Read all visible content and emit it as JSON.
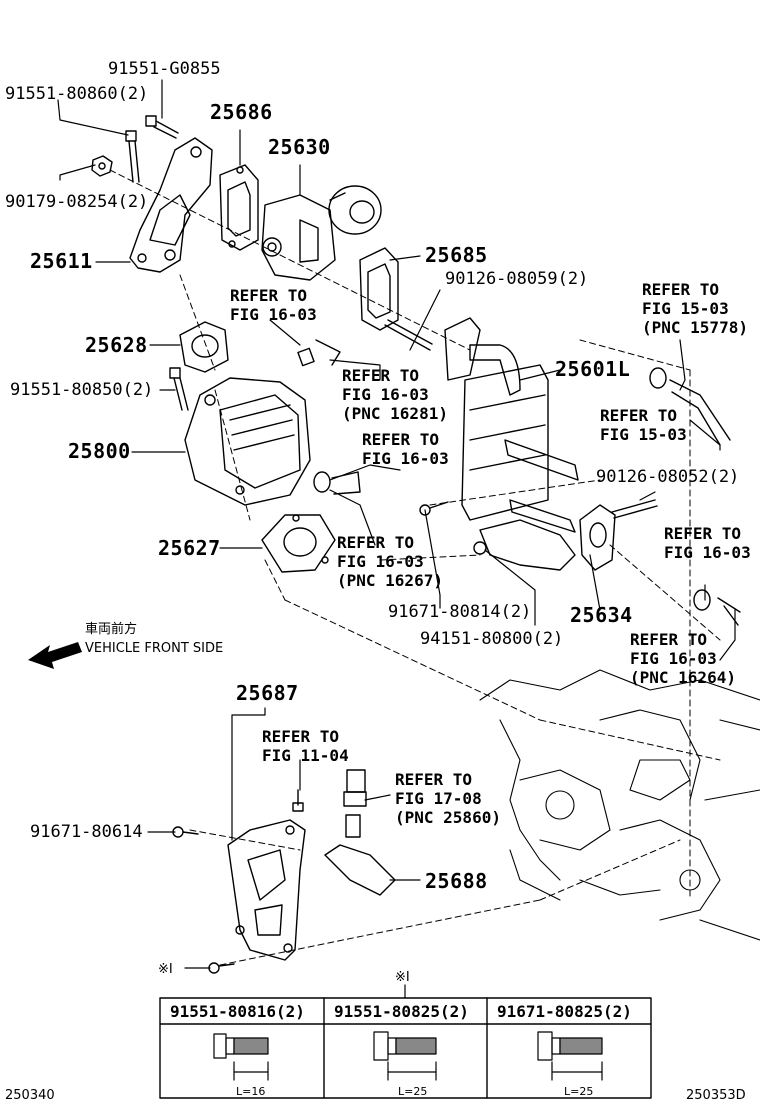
{
  "parts": {
    "p91551_G0855": "91551-G0855",
    "p91551_80860": "91551-80860(2)",
    "p90179_08254": "90179-08254(2)",
    "p25686": "25686",
    "p25630": "25630",
    "p25611": "25611",
    "p25685": "25685",
    "p90126_08059": "90126-08059(2)",
    "p25628": "25628",
    "p91551_80850": "91551-80850(2)",
    "p25601L": "25601L",
    "p25800": "25800",
    "p90126_08052": "90126-08052(2)",
    "p25627": "25627",
    "p25634": "25634",
    "p91671_80814": "91671-80814(2)",
    "p94151_80800": "94151-80800(2)",
    "p25687": "25687",
    "p91671_80614": "91671-80614",
    "p25688": "25688"
  },
  "refs": {
    "r1603_a": [
      "REFER TO",
      "FIG 16-03"
    ],
    "r1603_16281": [
      "REFER TO",
      "FIG 16-03",
      "(PNC 16281)"
    ],
    "r1503_15778": [
      "REFER TO",
      "FIG 15-03",
      "(PNC 15778)"
    ],
    "r1503": [
      "REFER TO",
      "FIG 15-03"
    ],
    "r1603_b": [
      "REFER TO",
      "FIG 16-03"
    ],
    "r1603_16267": [
      "REFER TO",
      "FIG 16-03",
      "(PNC 16267)"
    ],
    "r1603_c": [
      "REFER TO",
      "FIG 16-03"
    ],
    "r1603_16264": [
      "REFER TO",
      "FIG 16-03",
      "(PNC 16264)"
    ],
    "r1104": [
      "REFER TO",
      "FIG 11-04"
    ],
    "r1708_25860": [
      "REFER TO",
      "FIG 17-08",
      "(PNC 25860)"
    ]
  },
  "direction": {
    "jp": "車両前方",
    "en": "VEHICLE FRONT SIDE"
  },
  "note_mark": "※I",
  "table": {
    "mark": "※I",
    "cells": [
      {
        "part": "91551-80816(2)",
        "length": "L=16"
      },
      {
        "part": "91551-80825(2)",
        "length": "L=25"
      },
      {
        "part": "91671-80825(2)",
        "length": "L=25"
      }
    ]
  },
  "footer": {
    "left": "250340",
    "right": "250353D"
  }
}
